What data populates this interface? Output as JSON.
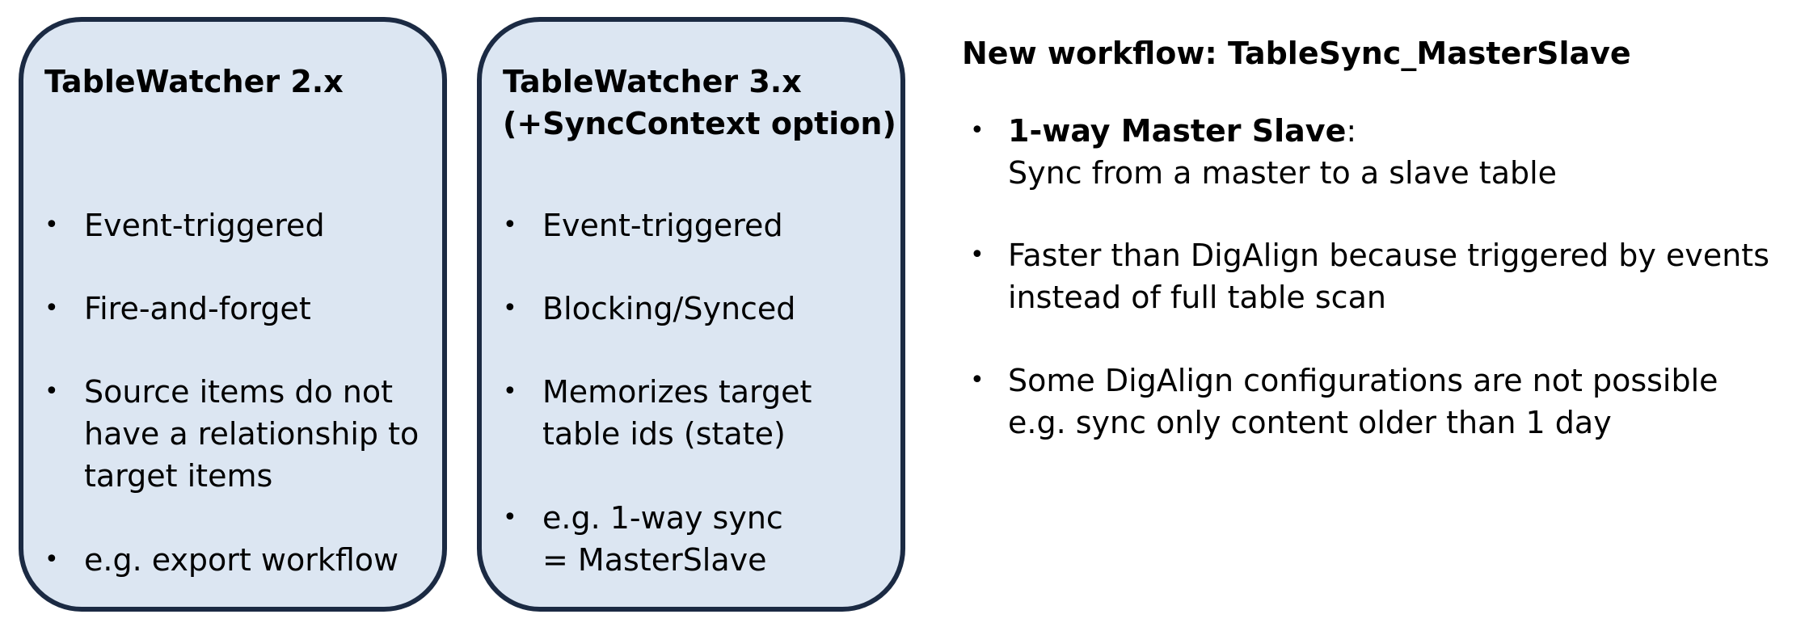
{
  "colors": {
    "card_fill": "#dce6f2",
    "card_border": "#1b2a43",
    "text": "#000000"
  },
  "cards": [
    {
      "title": "TableWatcher 2.x",
      "bullets": [
        "Event-triggered",
        "Fire-and-forget",
        [
          "Source items do not",
          "have a relationship to",
          "target items"
        ],
        "e.g. export workflow"
      ]
    },
    {
      "title": [
        "TableWatcher 3.x",
        "(+SyncContext option)"
      ],
      "bullets": [
        "Event-triggered",
        "Blocking/Synced",
        [
          "Memorizes target",
          "table ids (state)"
        ],
        [
          "e.g. 1-way sync",
          "= MasterSlave"
        ]
      ]
    }
  ],
  "right_panel": {
    "title": "New workflow: TableSync_MasterSlave",
    "bullets": [
      {
        "bold_lead": "1-way Master Slave",
        "lead_suffix": ":",
        "lines": [
          "Sync from a master to a slave table"
        ]
      },
      {
        "lines": [
          "Faster than DigAlign because triggered by events",
          "instead of full table scan"
        ]
      },
      {
        "lines": [
          "Some DigAlign configurations are not possible",
          "e.g. sync only content older than 1 day"
        ]
      }
    ]
  }
}
